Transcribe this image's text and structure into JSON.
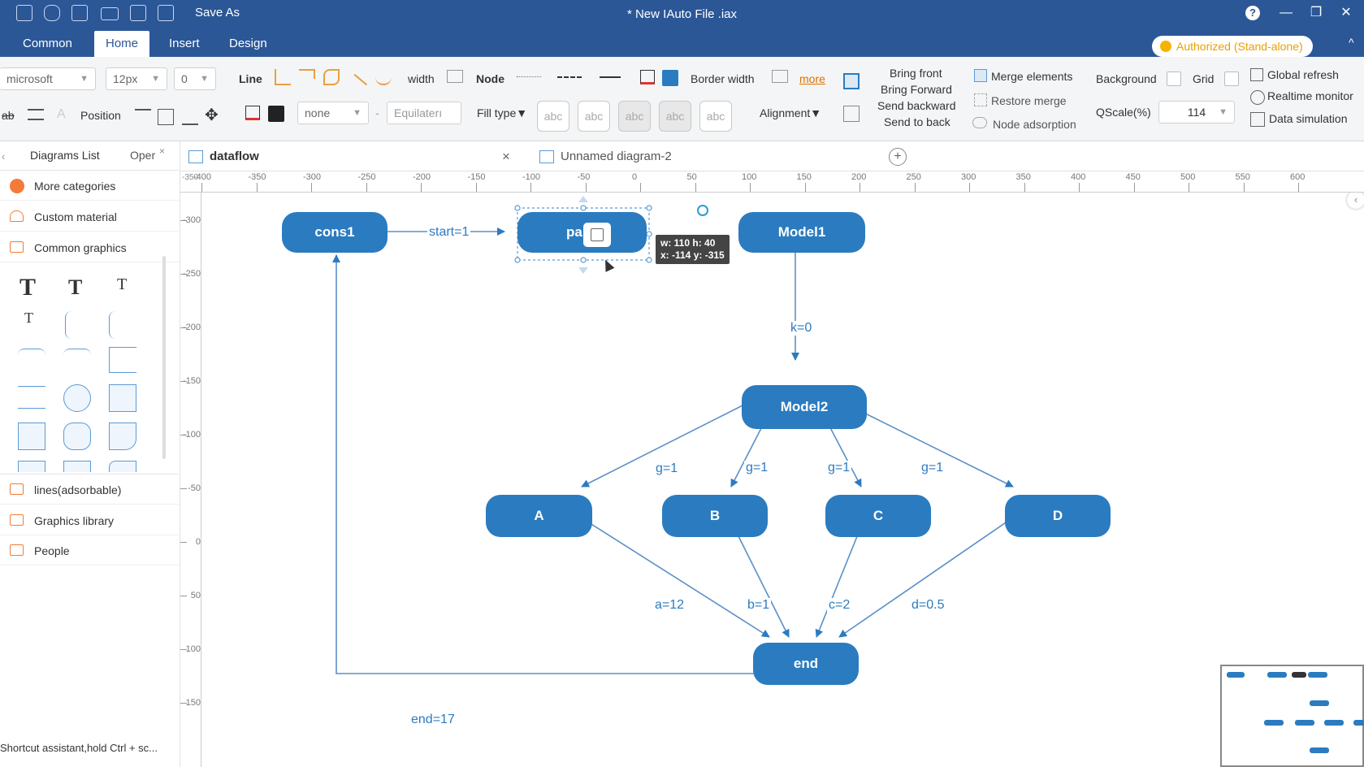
{
  "titlebar": {
    "save_as": "Save As",
    "title": "* New IAuto File .iax",
    "help": "?",
    "minimize": "—",
    "restore": "❐",
    "close": "✕"
  },
  "menu": {
    "tabs": [
      "Common",
      "Home",
      "Insert",
      "Design"
    ],
    "active": "Home",
    "authorized": "Authorized (Stand-alone)",
    "collapse": "^"
  },
  "ribbon": {
    "font_family": "microsoft",
    "font_size": "12px",
    "spacing": "0",
    "position_label": "Position",
    "line_label": "Line",
    "width_label": "width",
    "node_label": "Node",
    "border_width_label": "Border width",
    "more_label": "more",
    "arrow_select": "none",
    "dash_separator": "-",
    "equilateral": "Equilaterı",
    "fill_type": "Fill type▼",
    "abc": "abc",
    "alignment": "Alignment▼",
    "bring_front": "Bring front",
    "bring_forward": "Bring Forward",
    "send_backward": "Send backward",
    "send_to_back": "Send to back",
    "merge_elements": "Merge elements",
    "restore_merge": "Restore merge",
    "node_adsorption": "Node adsorption",
    "background": "Background",
    "grid": "Grid",
    "scale_label": "QScale(%)",
    "scale_value": "114",
    "global_refresh": "Global refresh",
    "realtime_monitor": "Realtime monitor",
    "data_simulation": "Data simulation"
  },
  "left_panel": {
    "tab_diagrams": "Diagrams List",
    "tab_open": "Oper",
    "items": {
      "more_categories": "More categories",
      "custom_material": "Custom material",
      "common_graphics": "Common graphics",
      "lines": "lines(adsorbable)",
      "graphics_library": "Graphics library",
      "people": "People"
    },
    "text_glyph": "T"
  },
  "tabs": {
    "tab1": "dataflow",
    "tab2": "Unnamed diagram-2",
    "close": "×",
    "add": "+"
  },
  "rulers": {
    "h": [
      "-400",
      "-350",
      "-300",
      "-250",
      "-200",
      "-150",
      "-100",
      "-50",
      "0",
      "50",
      "100",
      "150",
      "200",
      "250",
      "300",
      "350",
      "400",
      "450",
      "500",
      "550",
      "600"
    ],
    "v": [
      "-300",
      "-250",
      "-200",
      "-150",
      "-100",
      "-50",
      "0",
      "50",
      "100",
      "150"
    ],
    "corner": "-350"
  },
  "diagram": {
    "nodes": {
      "cons1": "cons1",
      "pa": "pa",
      "model1": "Model1",
      "model2": "Model2",
      "a": "A",
      "b": "B",
      "c": "C",
      "d": "D",
      "end": "end"
    },
    "edges": {
      "start": "start=1",
      "k": "k=0",
      "g1": "g=1",
      "g2": "g=1",
      "g3": "g=1",
      "g4": "g=1",
      "a": "a=12",
      "b": "b=1",
      "c": "c=2",
      "d": "d=0.5",
      "end": "end=17"
    },
    "tooltip": {
      "line1": "w: 110  h: 40",
      "line2": "x: -114  y: -315"
    }
  },
  "status_text": "Shortcut assistant,hold Ctrl + sc..."
}
